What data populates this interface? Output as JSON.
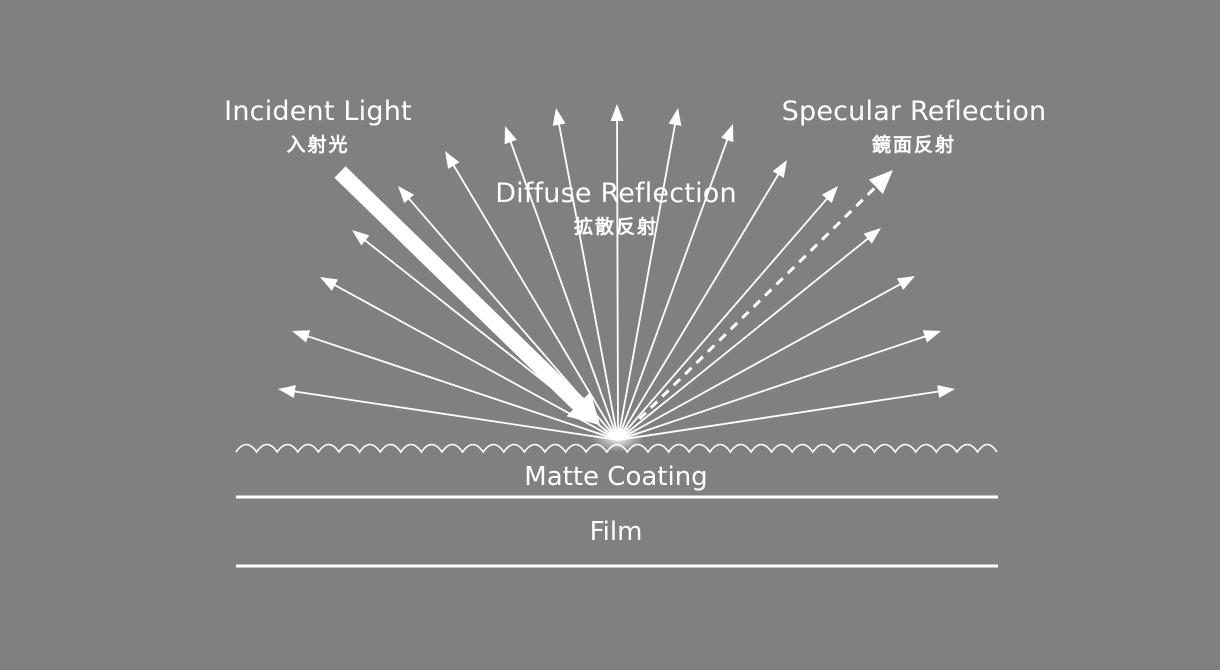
{
  "labels": {
    "incident_en": "Incident Light",
    "incident_ja": "入射光",
    "specular_en": "Specular Reflection",
    "specular_ja": "鏡面反射",
    "diffuse_en": "Diffuse Reflection",
    "diffuse_ja": "拡散反射",
    "matte": "Matte Coating",
    "film": "Film"
  },
  "colors": {
    "background": "#808080",
    "foreground": "#ffffff"
  }
}
